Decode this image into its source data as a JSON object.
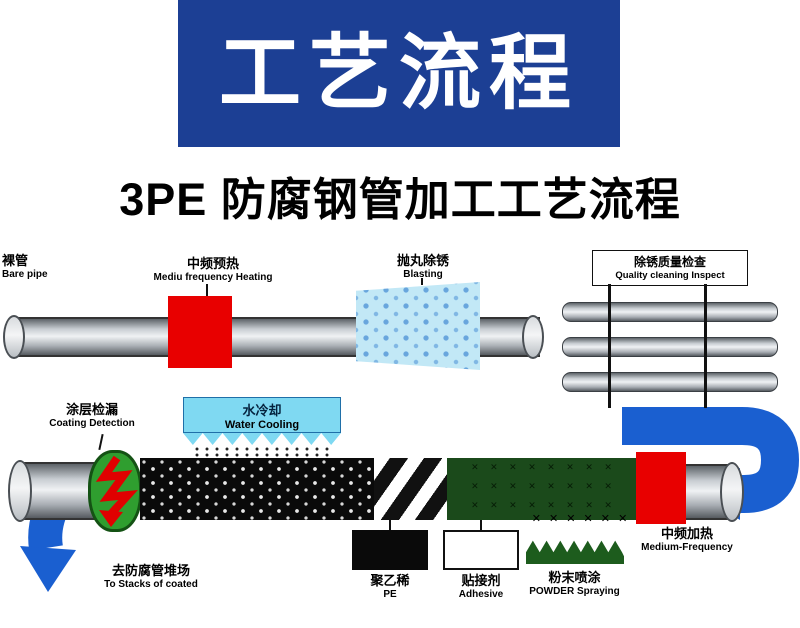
{
  "banner": {
    "title": "工艺流程"
  },
  "subtitle": "3PE 防腐钢管加工工艺流程",
  "stations": {
    "bare_pipe": {
      "cn": "裸管",
      "en": "Bare pipe"
    },
    "preheat": {
      "cn": "中频预热",
      "en": "Mediu frequency Heating"
    },
    "blasting": {
      "cn": "抛丸除锈",
      "en": "Blasting"
    },
    "inspect": {
      "cn": "除锈质量检查",
      "en": "Quality cleaning Inspect"
    },
    "coating_detect": {
      "cn": "涂层检漏",
      "en": "Coating Detection"
    },
    "water_cooling": {
      "cn": "水冷却",
      "en": "Water Cooling"
    },
    "medium_heating": {
      "cn": "中频加热",
      "en": "Medium-Frequency"
    },
    "pe": {
      "cn": "聚乙稀",
      "en": "PE"
    },
    "adhesive": {
      "cn": "贴接剂",
      "en": "Adhesive"
    },
    "powder": {
      "cn": "粉末喷涂",
      "en": "POWDER Spraying"
    },
    "stack": {
      "cn": "去防腐管堆场",
      "en": "To Stacks of coated"
    }
  },
  "decor": {
    "x_marks": "✕ ✕ ✕ ✕ ✕ ✕",
    "grid_marks": "✕ ✕ ✕ ✕ ✕ ✕ ✕ ✕"
  },
  "colors": {
    "banner_blue": "#1c3f94",
    "arrow_blue": "#1a5fd0",
    "heater_red": "#e80000",
    "powder_green_dark": "#1b4a1b",
    "detector_green": "#2f9e2f",
    "cooling_blue": "#7fd9f2",
    "blasting_blue": "#c2e8f6",
    "pipe_gray": "#b9bfc6"
  }
}
